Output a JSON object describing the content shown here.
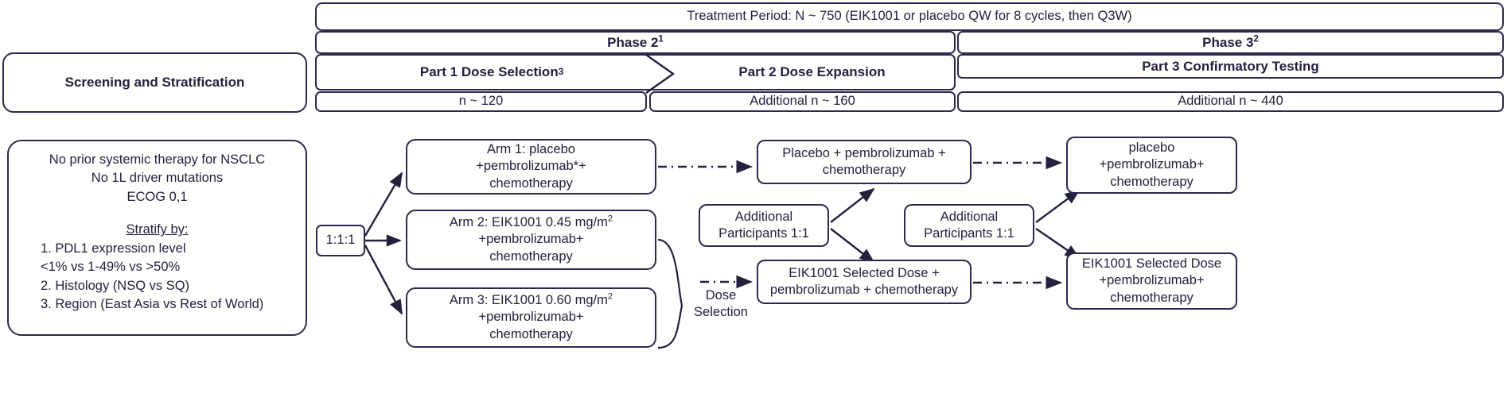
{
  "header": {
    "treatment_period": "Treatment Period: N ~ 750 (EIK1001 or placebo QW for 8 cycles, then Q3W)",
    "phase2": "Phase 2",
    "phase2_sup": "1",
    "phase3": "Phase 3",
    "phase3_sup": "2",
    "part1": "Part 1 Dose Selection",
    "part1_sup": "3",
    "part2": "Part 2 Dose Expansion",
    "part3": "Part 3 Confirmatory Testing",
    "n_part1": "n ~ 120",
    "n_part2": "Additional  n ~ 160",
    "n_part3": "Additional n ~ 440"
  },
  "left": {
    "screening_title": "Screening and Stratification",
    "eligibility": {
      "line1": "No prior systemic therapy for NSCLC",
      "line2": "No 1L driver mutations",
      "line3": "ECOG  0,1",
      "stratify_heading": "Stratify by:",
      "criteria": [
        "1. PDL1 expression level",
        "    <1% vs 1-49% vs >50%",
        "2. Histology  (NSQ vs SQ)",
        "3. Region (East Asia vs Rest of World)"
      ]
    }
  },
  "randomization": {
    "ratio": "1:1:1"
  },
  "arms": [
    {
      "line1": "Arm 1: placebo",
      "line2": "+pembrolizumab*+",
      "line3": "chemotherapy"
    },
    {
      "line1": "Arm 2: EIK1001 0.45 mg/m",
      "line1_sup": "2",
      "line2": "+pembrolizumab+",
      "line3": "chemotherapy"
    },
    {
      "line1": "Arm 3: EIK1001 0.60 mg/m",
      "line1_sup": "2",
      "line2": "+pembrolizumab+",
      "line3": "chemotherapy"
    }
  ],
  "dose_selection": {
    "line1": "Dose",
    "line2": "Selection"
  },
  "part2": {
    "placebo_box": {
      "line1": "Placebo + pembrolizumab +",
      "line2": "chemotherapy"
    },
    "additional_box": {
      "line1": "Additional",
      "line2": "Participants 1:1"
    },
    "eik_box": {
      "line1": "EIK1001 Selected Dose +",
      "line2": "pembrolizumab + chemotherapy"
    }
  },
  "part3": {
    "placebo_box": {
      "line1": "placebo",
      "line2": "+pembrolizumab+",
      "line3": "chemotherapy"
    },
    "additional_box": {
      "line1": "Additional",
      "line2": "Participants 1:1"
    },
    "eik_box": {
      "line1": "EIK1001 Selected Dose",
      "line2": "+pembrolizumab+",
      "line3": "chemotherapy"
    }
  },
  "colors": {
    "stroke": "#2b2a4c",
    "text": "#22223f",
    "background": "#ffffff"
  }
}
